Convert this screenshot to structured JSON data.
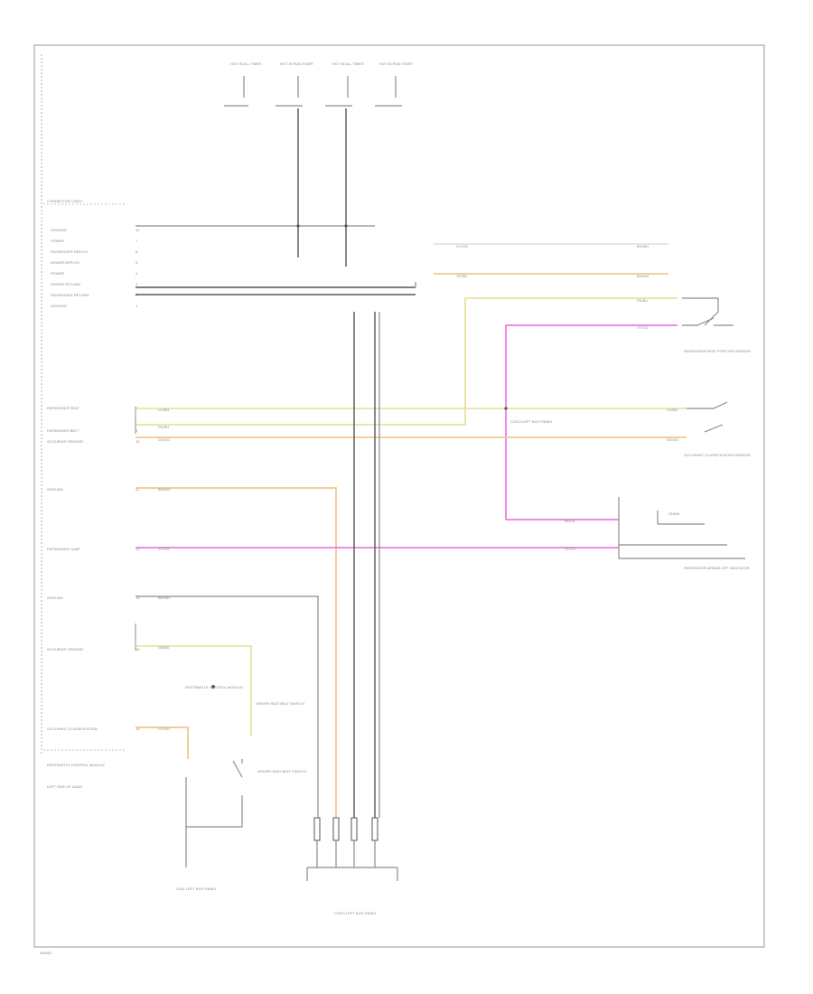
{
  "diagram": {
    "figure_id": "W0055",
    "top_fuses": [
      {
        "label": "HOT IN ALL TIMES"
      },
      {
        "label": "HOT IN RUN START"
      },
      {
        "label": "HOT IN ALL TIMES"
      },
      {
        "label": "HOT IN RUN START"
      }
    ],
    "module": {
      "name": "RESTRAINTS CONTROL MODULE",
      "location": "LEFT SIDE OF DASH",
      "header": "CONNECTOR C2003",
      "pins_top": [
        {
          "label": "GROUND",
          "pin": "12"
        },
        {
          "label": "POWER",
          "pin": "7"
        },
        {
          "label": "PASSENGER DEPLOY",
          "pin": "6"
        },
        {
          "label": "DRIVER DEPLOY",
          "pin": "5"
        },
        {
          "label": "POWER",
          "pin": "4"
        },
        {
          "label": "DRIVER RETURN",
          "pin": "3"
        },
        {
          "label": "PASSENGER RETURN",
          "pin": "2"
        },
        {
          "label": "GROUND",
          "pin": "1"
        }
      ],
      "pins_mid": [
        {
          "label": "PASSENGER SEAT",
          "pin": "8"
        },
        {
          "label": "PASSENGER BELT",
          "pin": "9"
        },
        {
          "label": "OCCUPANT SENSOR",
          "pin": "10"
        },
        {
          "label": "GROUND",
          "pin": "11"
        },
        {
          "label": "PASSENGER LAMP",
          "pin": "13"
        },
        {
          "label": "GROUND",
          "pin": "14"
        },
        {
          "label": "OCCUPANT SENSOR",
          "pin": "15"
        },
        {
          "label": "OCCUPANT CLASSIFICATION",
          "pin": "16"
        }
      ]
    },
    "wires": [
      {
        "color": "GY/OG"
      },
      {
        "color": "BK/WH"
      },
      {
        "color": "YE/RD"
      },
      {
        "color": "BN/WH"
      },
      {
        "color": "PK/BU"
      },
      {
        "color": "VT/OG"
      },
      {
        "color": "LG/BN"
      },
      {
        "color": "DG/OG"
      },
      {
        "color": "BK/LB"
      },
      {
        "color": "GN/BK"
      }
    ],
    "right_components": [
      {
        "label": "PASSENGER SEAT POSITION SENSOR"
      },
      {
        "label": "OCCUPANT CLASSIFICATION SENSOR"
      },
      {
        "label": "PASSENGER AIRBAG OFF INDICATOR"
      }
    ],
    "bottom_components": [
      {
        "label": "DRIVER SEAT BELT SWITCH"
      },
      {
        "label": "G101 LEFT KICK PANEL"
      },
      {
        "label": "C2013 LEFT KICK PANEL"
      }
    ]
  }
}
